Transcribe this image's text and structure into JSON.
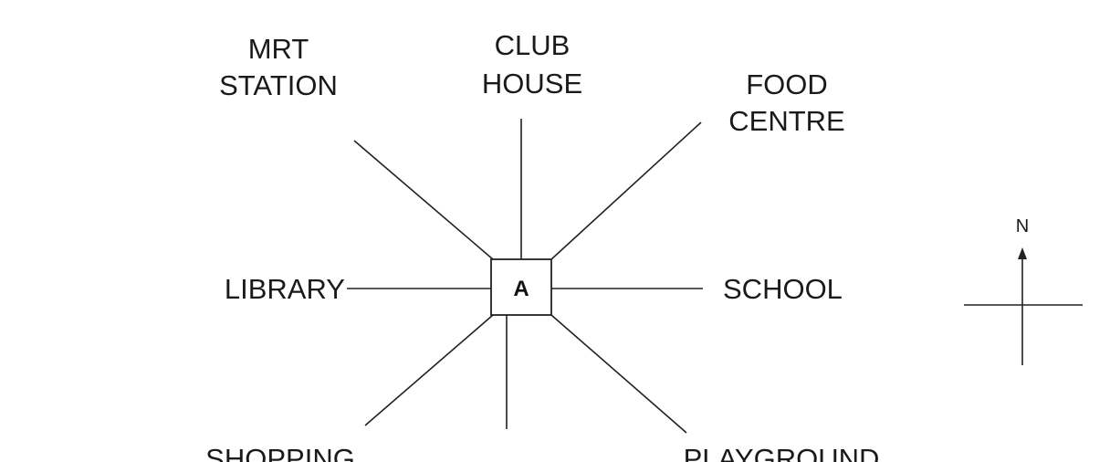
{
  "center": {
    "label": "A"
  },
  "destinations": {
    "mrt_station": {
      "line1": "MRT",
      "line2": "STATION"
    },
    "club_house": {
      "line1": "CLUB",
      "line2": "HOUSE"
    },
    "food_centre": {
      "line1": "FOOD",
      "line2": "CENTRE"
    },
    "library": {
      "label": "LIBRARY"
    },
    "school": {
      "label": "SCHOOL"
    },
    "shopping": {
      "label": "SHOPPING"
    },
    "playground": {
      "label": "PLAYGROUND"
    }
  },
  "compass": {
    "north_label": "N"
  }
}
